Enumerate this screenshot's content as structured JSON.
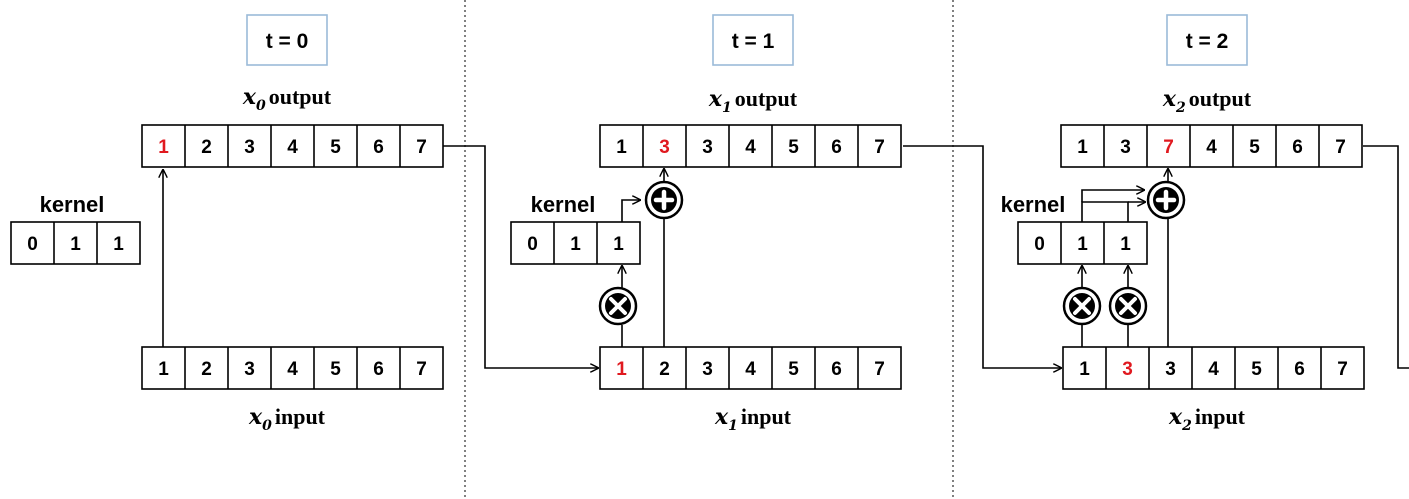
{
  "colors": {
    "highlight": "#e0191f",
    "text": "#000000",
    "time_box_border": "#9bbbd9",
    "divider": "#000000"
  },
  "panels": [
    {
      "time_label": "t = 0",
      "output": {
        "var": "x",
        "sub": "0",
        "word": "output",
        "cells": [
          "1",
          "2",
          "3",
          "4",
          "5",
          "6",
          "7"
        ],
        "highlight": [
          0
        ]
      },
      "input": {
        "var": "x",
        "sub": "0",
        "word": "input",
        "cells": [
          "1",
          "2",
          "3",
          "4",
          "5",
          "6",
          "7"
        ],
        "highlight": []
      },
      "kernel": {
        "label": "kernel",
        "cells": [
          "0",
          "1",
          "1"
        ]
      }
    },
    {
      "time_label": "t = 1",
      "output": {
        "var": "x",
        "sub": "1",
        "word": "output",
        "cells": [
          "1",
          "3",
          "3",
          "4",
          "5",
          "6",
          "7"
        ],
        "highlight": [
          1
        ]
      },
      "input": {
        "var": "x",
        "sub": "1",
        "word": "input",
        "cells": [
          "1",
          "2",
          "3",
          "4",
          "5",
          "6",
          "7"
        ],
        "highlight": [
          0
        ]
      },
      "kernel": {
        "label": "kernel",
        "cells": [
          "0",
          "1",
          "1"
        ]
      }
    },
    {
      "time_label": "t = 2",
      "output": {
        "var": "x",
        "sub": "2",
        "word": "output",
        "cells": [
          "1",
          "3",
          "7",
          "4",
          "5",
          "6",
          "7"
        ],
        "highlight": [
          2
        ]
      },
      "input": {
        "var": "x",
        "sub": "2",
        "word": "input",
        "cells": [
          "1",
          "3",
          "3",
          "4",
          "5",
          "6",
          "7"
        ],
        "highlight": [
          1
        ]
      },
      "kernel": {
        "label": "kernel",
        "cells": [
          "0",
          "1",
          "1"
        ]
      }
    }
  ],
  "operators": {
    "multiply": "multiply-icon",
    "add": "add-icon"
  }
}
